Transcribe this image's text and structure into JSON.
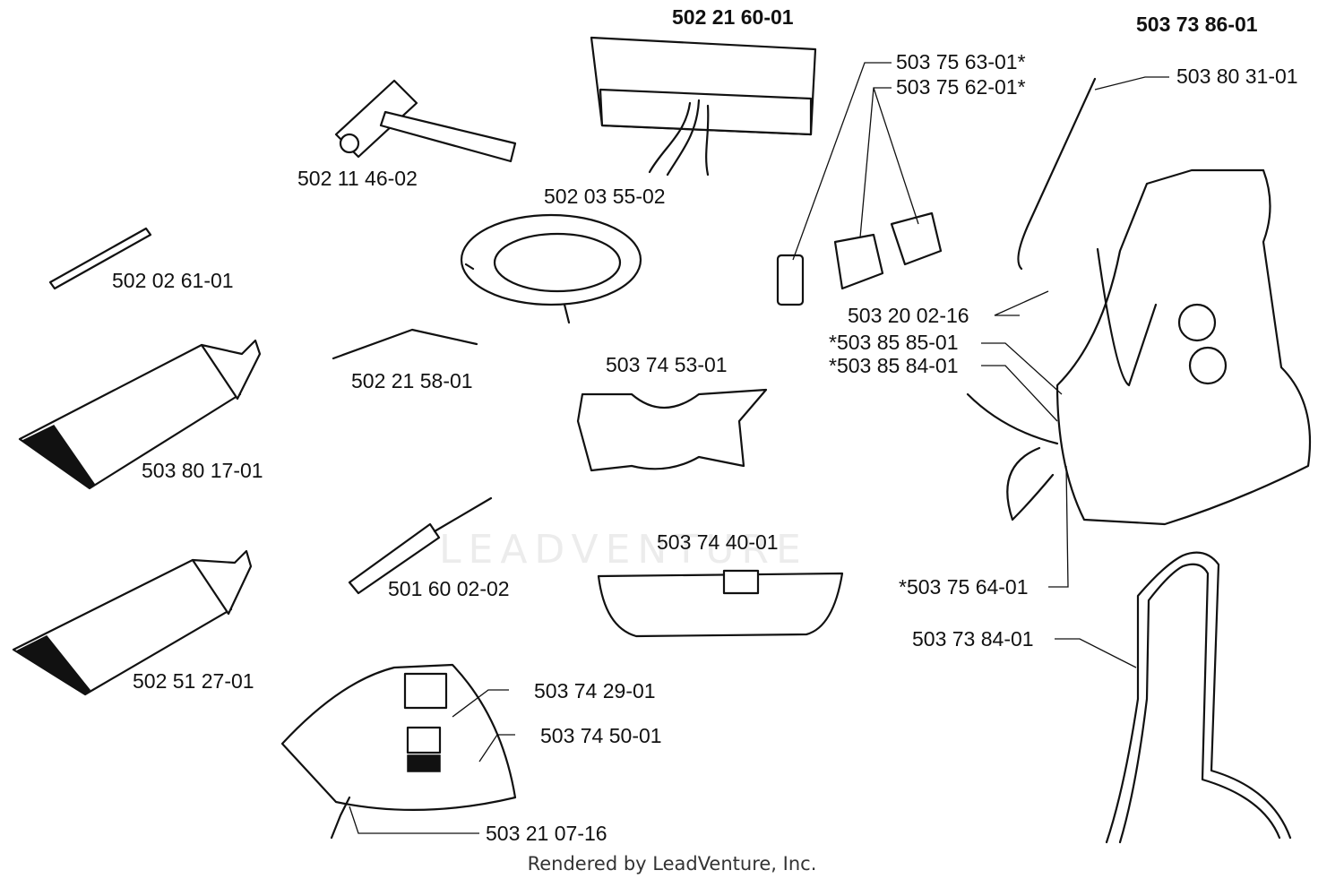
{
  "labels": {
    "bag": "502 21 60-01",
    "harness": "503 73 86-01",
    "wrench": "502 11 46-02",
    "ring": "502 03 55-02",
    "pin": "502 02 61-01",
    "rod": "502 21 58-01",
    "tube1": "503 80 17-01",
    "tube2": "502 51 27-01",
    "screwdriver": "501 60 02-02",
    "plate": "503 74 53-01",
    "guard_small": "503 74 40-01",
    "decal1": "503 74 29-01",
    "decal2": "503 74 50-01",
    "screw_guard": "503 21 07-16",
    "buckle1": "503 75 63-01*",
    "buckle2": "503 75 62-01*",
    "strap": "503 80 31-01",
    "screw_harness": "503 20 02-16",
    "pad1": "*503 85 85-01",
    "pad2": "*503 85 84-01",
    "hook": "*503 75 64-01",
    "frame": "503 73 84-01"
  },
  "footer": "Rendered by LeadVenture, Inc.",
  "watermark": "LEADVENTURE"
}
